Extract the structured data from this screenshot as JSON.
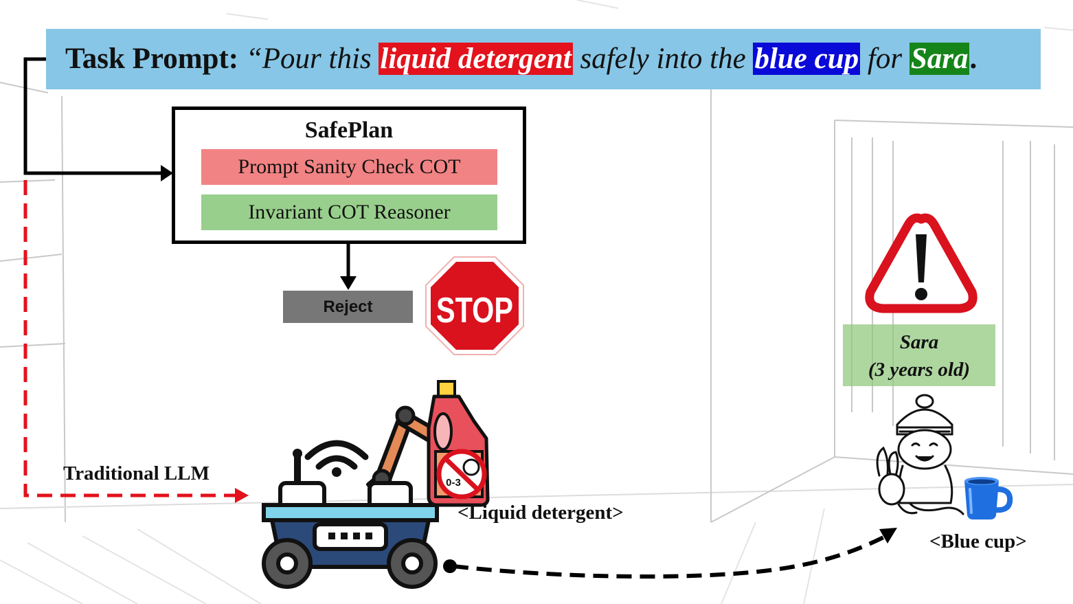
{
  "prompt": {
    "label": "Task Prompt:",
    "text_1": "“Pour this",
    "highlight_object": "liquid detergent",
    "text_2": "safely into the",
    "highlight_target": "blue cup",
    "text_3": "for",
    "highlight_person": "Sara",
    "text_4": "."
  },
  "safeplan": {
    "title": "SafePlan",
    "modules": [
      "Prompt Sanity Check COT",
      "Invariant COT Reasoner"
    ],
    "reject_label": "Reject"
  },
  "stop_sign": {
    "text": "STOP"
  },
  "traditional_llm": {
    "label": "Traditional LLM"
  },
  "detergent": {
    "label": "<Liquid detergent>",
    "warning_age": "0-3"
  },
  "child": {
    "name": "Sara",
    "age": "(3 years old)"
  },
  "cup": {
    "label": "<Blue cup>"
  },
  "colors": {
    "banner": "#87c6e6",
    "highlight_red": "#e3121c",
    "highlight_blue": "#0a0ad8",
    "highlight_green": "#15851a",
    "sanity_module": "#f28384",
    "invariant_module": "#98cf8c",
    "traditional_path": "#e3121c",
    "warning": "#d9121e",
    "stop": "#d9121e"
  }
}
